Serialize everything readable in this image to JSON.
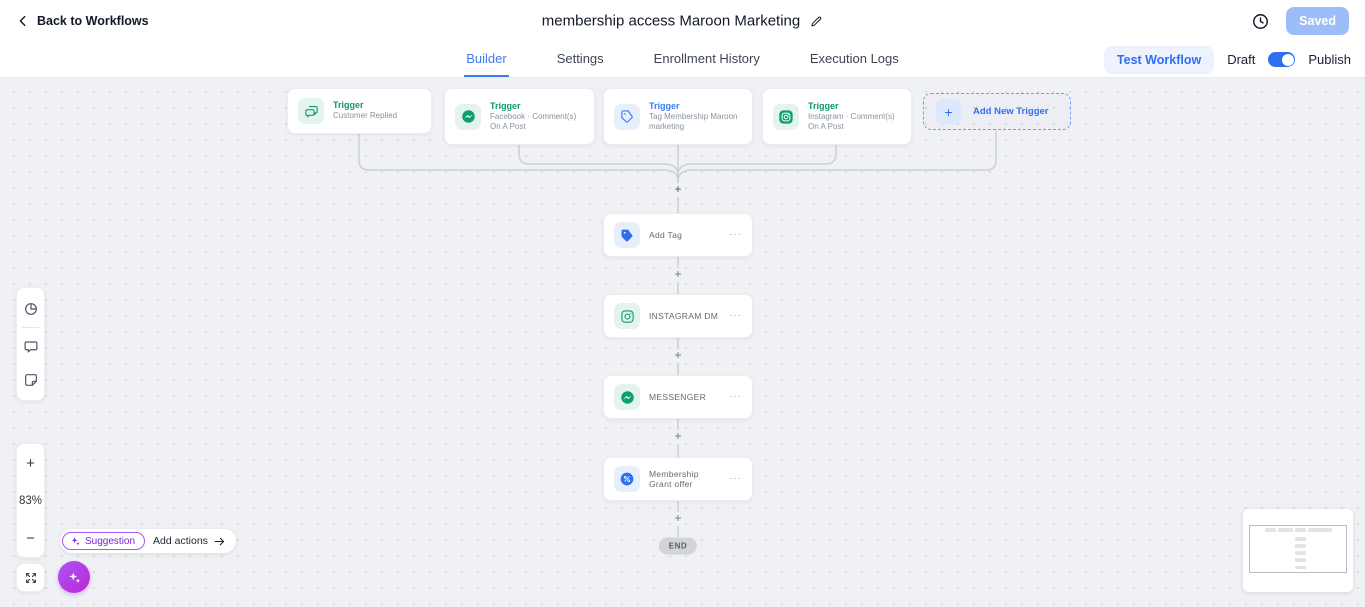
{
  "header": {
    "back_label": "Back to Workflows",
    "title": "membership access Maroon Marketing",
    "saved_button": "Saved"
  },
  "toolbar": {
    "tabs": [
      {
        "label": "Builder",
        "active": true
      },
      {
        "label": "Settings",
        "active": false
      },
      {
        "label": "Enrollment History",
        "active": false
      },
      {
        "label": "Execution Logs",
        "active": false
      }
    ],
    "test_workflow_button": "Test Workflow",
    "draft_label": "Draft",
    "publish_label": "Publish",
    "publish_toggle_on": true
  },
  "canvas": {
    "triggers": [
      {
        "label": "Trigger",
        "description": "Customer Replied",
        "icon": "chat-bubbles-icon",
        "accent": "green"
      },
      {
        "label": "Trigger",
        "description": "Facebook · Comment(s) On A Post",
        "icon": "messenger-icon",
        "accent": "green"
      },
      {
        "label": "Trigger",
        "description": "Tag Membership Maroon marketing",
        "icon": "tag-icon",
        "accent": "blue"
      },
      {
        "label": "Trigger",
        "description": "Instagram · Comment(s) On A Post",
        "icon": "instagram-icon",
        "accent": "green"
      }
    ],
    "add_new_trigger_label": "Add New Trigger",
    "nodes": [
      {
        "label": "Add Tag",
        "icon": "tag-icon",
        "accent": "blue"
      },
      {
        "label": "INSTAGRAM DM",
        "icon": "instagram-icon",
        "accent": "green"
      },
      {
        "label": "MESSENGER",
        "icon": "messenger-icon",
        "accent": "green"
      },
      {
        "label": "Membership Grant offer",
        "icon": "offer-badge-icon",
        "accent": "blue"
      }
    ],
    "end_label": "END"
  },
  "controls": {
    "zoom_level": "83%",
    "suggestion_label": "Suggestion",
    "add_actions_label": "Add actions"
  },
  "icons": {
    "plus": "+",
    "minus": "−",
    "more_options": "···"
  },
  "colors": {
    "accent_blue": "#2e6ff2",
    "accent_green": "#0c9a66",
    "accent_purple": "#a855f7",
    "saved_button_bg": "#9dbdf8",
    "canvas_bg": "#f0f1f4"
  }
}
